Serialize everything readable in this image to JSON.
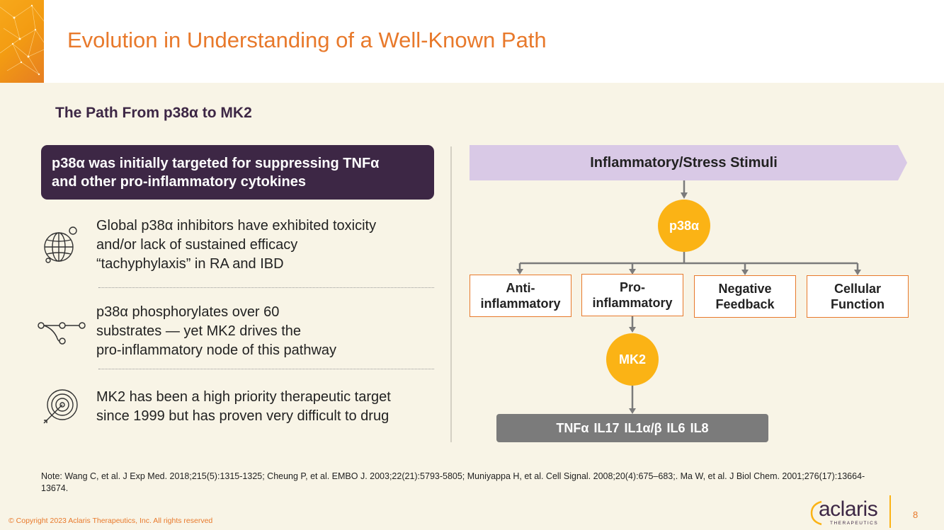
{
  "header": {
    "title": "Evolution in Understanding of a Well-Known Path"
  },
  "section": {
    "subtitle": "The Path From p38α to MK2"
  },
  "callout": {
    "line1": "p38α was initially targeted for suppressing TNFα",
    "line2": "and other pro-inflammatory cytokines"
  },
  "points": [
    {
      "icon": "globe-icon",
      "lines": [
        "Global p38α inhibitors have exhibited toxicity",
        "and/or lack of sustained efficacy",
        "“tachyphylaxis” in RA and IBD"
      ]
    },
    {
      "icon": "pathway-nodes-icon",
      "lines": [
        "p38α phosphorylates over 60",
        "substrates — yet MK2 drives the",
        "pro-inflammatory node of this pathway"
      ]
    },
    {
      "icon": "target-icon",
      "lines": [
        "MK2 has been a high priority therapeutic target",
        "since 1999 but has proven very difficult to drug"
      ]
    }
  ],
  "diagram": {
    "stimuli": "Inflammatory/Stress Stimuli",
    "p38": "p38α",
    "mk2": "MK2",
    "branches": [
      "Anti-\ninflammatory",
      "Pro-\ninflammatory",
      "Negative\nFeedback",
      "Cellular\nFunction"
    ],
    "cytokines": "TNFα  IL17  IL1α/β  IL6  IL8"
  },
  "colors": {
    "title_orange": "#e8792b",
    "callout_purple": "#3d2745",
    "node_yellow": "#fbb315",
    "stimuli_lavender": "#d9c9e6",
    "cytokine_gray": "#7b7b7b",
    "background_cream": "#f8f4e6"
  },
  "footer": {
    "note": "Note: Wang C, et al. J Exp Med. 2018;215(5):1315-1325; Cheung P, et al. EMBO J. 2003;22(21):5793-5805; Muniyappa H, et al. Cell Signal. 2008;20(4):675–683;. Ma W, et al. J Biol Chem. 2001;276(17):13664-13674.",
    "copyright": "© Copyright 2023 Aclaris Therapeutics, Inc. All rights reserved",
    "logo_word": "aclaris",
    "logo_sub": "THERAPEUTICS",
    "page_number": "8"
  }
}
